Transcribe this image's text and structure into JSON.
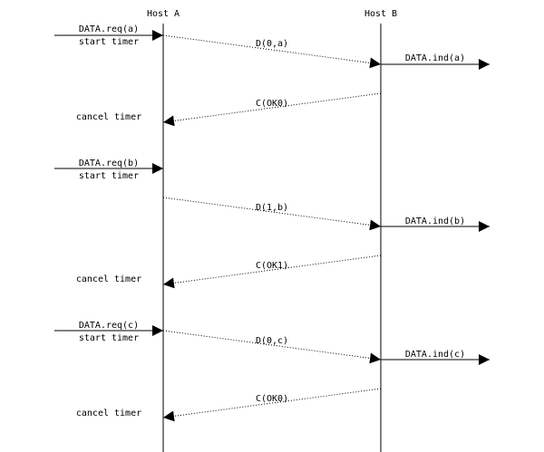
{
  "hosts": {
    "a": "Host A",
    "b": "Host B"
  },
  "requests": [
    {
      "primitive": "DATA.req(a)",
      "action": "start timer"
    },
    {
      "primitive": "DATA.req(b)",
      "action": "start timer"
    },
    {
      "primitive": "DATA.req(c)",
      "action": "start timer"
    }
  ],
  "frames": [
    {
      "label": "D(0,a)"
    },
    {
      "label": "D(1,b)"
    },
    {
      "label": "D(0,c)"
    }
  ],
  "indications": [
    {
      "label": "DATA.ind(a)"
    },
    {
      "label": "DATA.ind(b)"
    },
    {
      "label": "DATA.ind(c)"
    }
  ],
  "acks": [
    {
      "label": "C(OK0)",
      "action": "cancel timer"
    },
    {
      "label": "C(OK1)",
      "action": "cancel timer"
    },
    {
      "label": "C(OK0)",
      "action": "cancel timer"
    }
  ],
  "colors": {
    "ink": "#000000",
    "background": "#ffffff"
  }
}
